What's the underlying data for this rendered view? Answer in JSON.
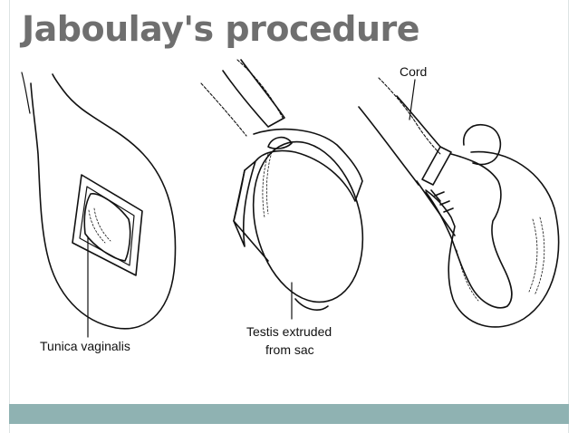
{
  "slide": {
    "title": "Jaboulay's procedure",
    "accent_color": "#8fb2b2",
    "title_color": "#6f6f6f"
  },
  "figure": {
    "labels": {
      "tunica": "Tunica vaginalis",
      "testis_line1": "Testis extruded",
      "testis_line2": "from sac",
      "cord": "Cord"
    }
  }
}
